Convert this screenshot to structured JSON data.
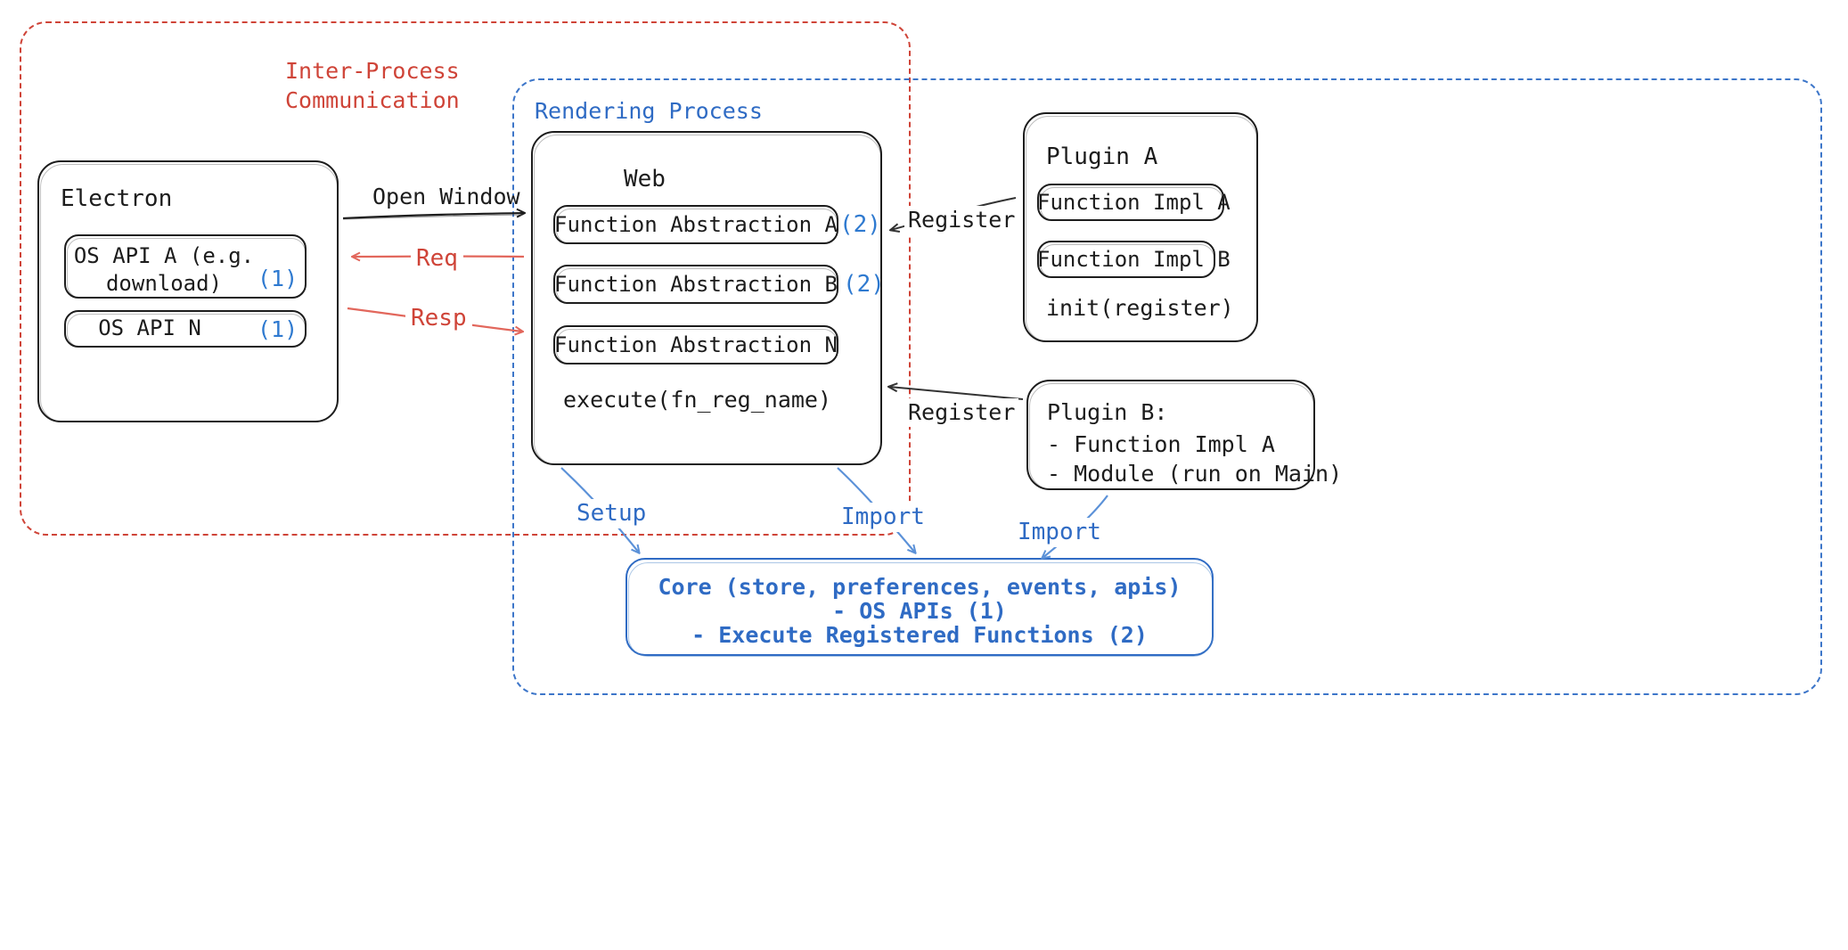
{
  "diagram": {
    "title_hidden": "Electron plugin architecture overview",
    "colors": {
      "ipc_red": "#cf4438",
      "process_blue": "#3d76c9",
      "core_blue": "#2f6bc4",
      "number_blue": "#2f7ad0",
      "ink": "#1c1c1c"
    },
    "groups": {
      "ipc": {
        "label": "Inter-Process\nCommunication"
      },
      "rendering": {
        "label": "Rendering Process"
      }
    },
    "electron": {
      "title": "Electron",
      "items": [
        {
          "text": "OS API A (e.g.\ndownload)",
          "badge": "(1)"
        },
        {
          "text": "OS API N",
          "badge": "(1)"
        }
      ]
    },
    "web": {
      "title": "Web",
      "items": [
        {
          "text": "Function Abstraction A",
          "badge": "(2)"
        },
        {
          "text": "Function Abstraction B",
          "badge": "(2)"
        },
        {
          "text": "Function Abstraction N",
          "badge": ""
        }
      ],
      "footer": "execute(fn_reg_name)"
    },
    "plugin_a": {
      "title": "Plugin A",
      "items": [
        {
          "text": "Function Impl A"
        },
        {
          "text": "Function Impl B"
        }
      ],
      "footer": "init(register)"
    },
    "plugin_b": {
      "lines": [
        "Plugin B:",
        "- Function Impl A",
        "- Module (run on Main)"
      ]
    },
    "core": {
      "lines": [
        "Core (store, preferences, events, apis)",
        "- OS APIs (1)",
        "- Execute Registered Functions (2)"
      ]
    },
    "edges": {
      "open_window": "Open Window",
      "req": "Req",
      "resp": "Resp",
      "register_a": "Register",
      "register_b": "Register",
      "setup": "Setup",
      "import_web": "Import",
      "import_plugin": "Import"
    }
  }
}
